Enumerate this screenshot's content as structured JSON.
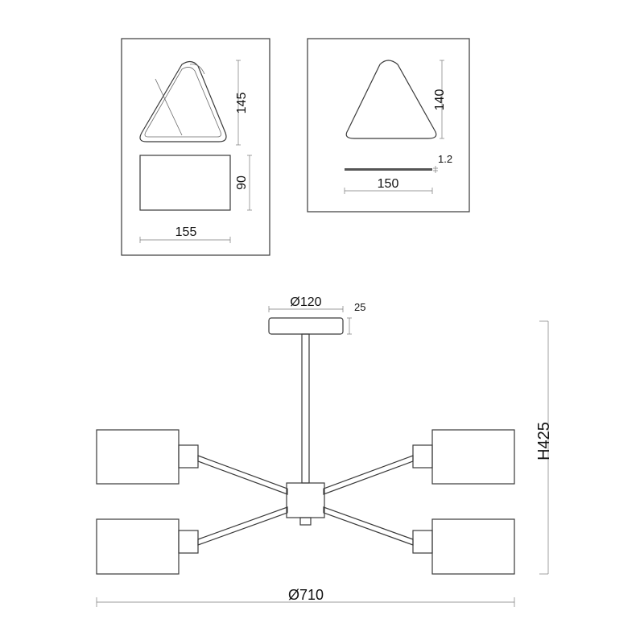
{
  "detail_left": {
    "height_label": "145",
    "depth_label": "90",
    "width_label": "155"
  },
  "detail_right": {
    "height_label": "140",
    "thickness_label": "1.2",
    "width_label": "150"
  },
  "main": {
    "canopy_diameter_label": "Ø120",
    "canopy_height_label": "25",
    "overall_height_label": "H425",
    "overall_diameter_label": "Ø710"
  }
}
